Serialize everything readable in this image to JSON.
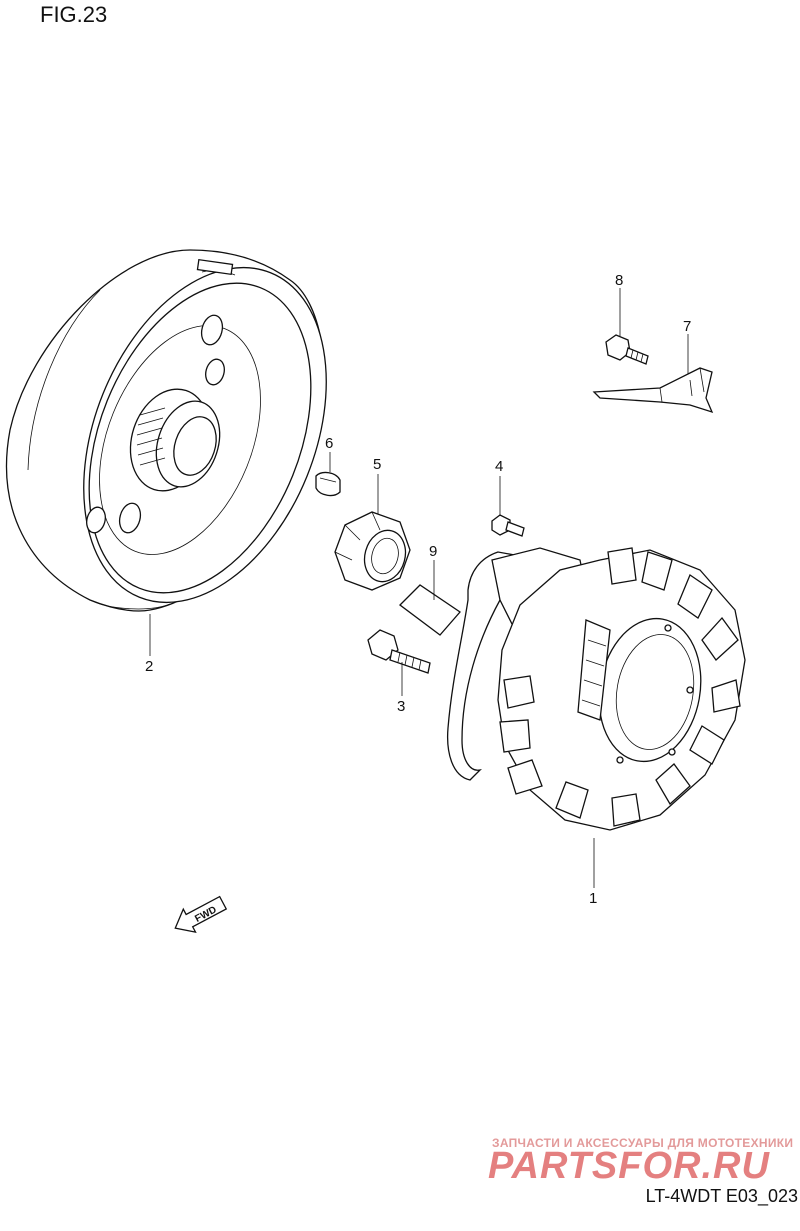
{
  "figure": {
    "title": "FIG.23",
    "code": "LT-4WDT E03_023"
  },
  "watermark": {
    "tagline": "ЗАПЧАСТИ И АКСЕССУАРЫ ДЛЯ МОТОТЕХНИКИ",
    "logo": "PARTSFOR.RU"
  },
  "fwd_label": "FWD",
  "callouts": [
    {
      "id": "1",
      "label": "1"
    },
    {
      "id": "2",
      "label": "2"
    },
    {
      "id": "3",
      "label": "3"
    },
    {
      "id": "4",
      "label": "4"
    },
    {
      "id": "5",
      "label": "5"
    },
    {
      "id": "6",
      "label": "6"
    },
    {
      "id": "7",
      "label": "7"
    },
    {
      "id": "8",
      "label": "8"
    },
    {
      "id": "9",
      "label": "9"
    }
  ]
}
